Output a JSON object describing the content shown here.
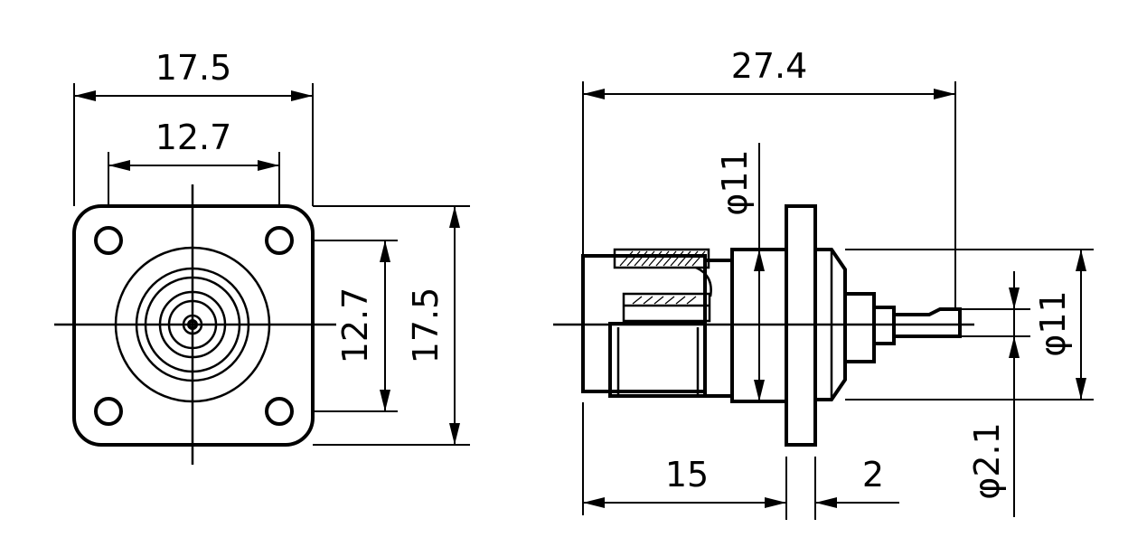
{
  "front_view": {
    "width_outer": "17.5",
    "width_holes": "12.7",
    "height_holes": "12.7",
    "height_outer": "17.5"
  },
  "side_view": {
    "overall_length": "27.4",
    "flange_diameter": "φ11",
    "rear_diameter": "φ11",
    "pin_diameter": "φ2.1",
    "front_length": "15",
    "flange_thickness": "2"
  }
}
